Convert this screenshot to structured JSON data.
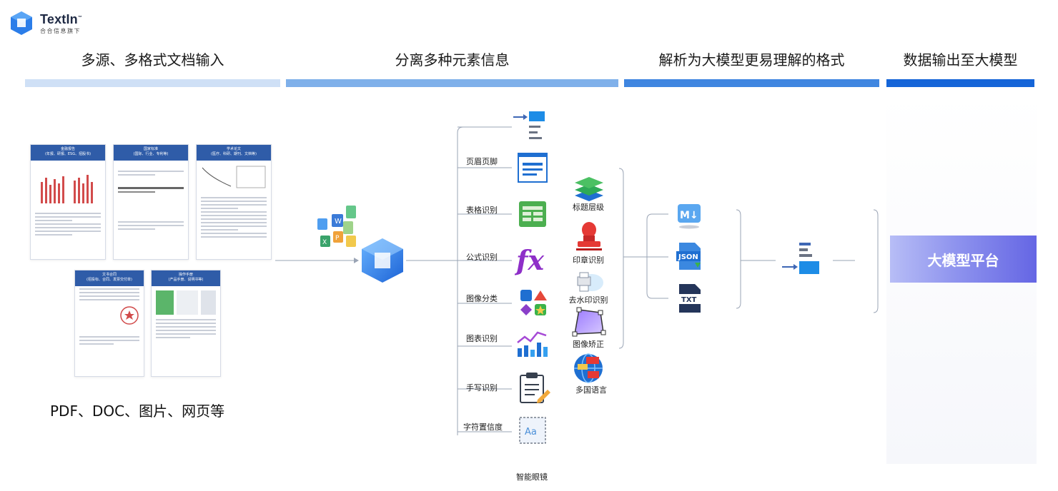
{
  "logo": {
    "name": "TextIn",
    "tm": "™",
    "sub": "合合信息旗下"
  },
  "columns": [
    {
      "title": "多源、多格式文档输入"
    },
    {
      "title": "分离多种元素信息"
    },
    {
      "title": "解析为大模型更易理解的格式"
    },
    {
      "title": "数据输出至大模型"
    }
  ],
  "colors": {
    "bar1": "#cfe0f6",
    "bar2": "#7fb0ea",
    "bar3": "#3f86e0",
    "bar4": "#1565d8",
    "doc_header": "#2f5ca8",
    "connector": "#9aa4b5"
  },
  "docs": [
    {
      "head": "金融报告\n(年报、研报、ESG、招股书)"
    },
    {
      "head": "国家标准\n(国际、行业、专利等)"
    },
    {
      "head": "学术论文\n(医疗、科研、期刊、文档等)"
    },
    {
      "head": "文书合同\n(招投标、合同、发票交付单)"
    },
    {
      "head": "操作手册\n(产品手册、说明书等)"
    }
  ],
  "input_caption": "PDF、DOC、图片、网页等",
  "branches": [
    {
      "label": "页眉页脚",
      "icon": "header-footer-icon"
    },
    {
      "label": "表格识别",
      "icon": "table-icon"
    },
    {
      "label": "公式识别",
      "icon": "formula-icon"
    },
    {
      "label": "图像分类",
      "icon": "image-classify-icon"
    },
    {
      "label": "图表识别",
      "icon": "chart-icon"
    },
    {
      "label": "手写识别",
      "icon": "handwriting-icon"
    },
    {
      "label": "字符置信度",
      "icon": "char-confidence-icon"
    }
  ],
  "elements": [
    {
      "label": "标题层级",
      "icon": "layers-icon"
    },
    {
      "label": "印章识别",
      "icon": "stamp-icon"
    },
    {
      "label": "去水印识别",
      "icon": "watermark-icon"
    },
    {
      "label": "图像矫正",
      "icon": "image-correct-icon"
    },
    {
      "label": "多国语言",
      "icon": "globe-icon"
    }
  ],
  "footer_label": "智能眼镜",
  "outputs": [
    {
      "icon": "markdown-icon"
    },
    {
      "icon": "json-icon",
      "text": "JSON"
    },
    {
      "icon": "txt-icon",
      "text": "TXT"
    }
  ],
  "platform_label": "大模型平台"
}
